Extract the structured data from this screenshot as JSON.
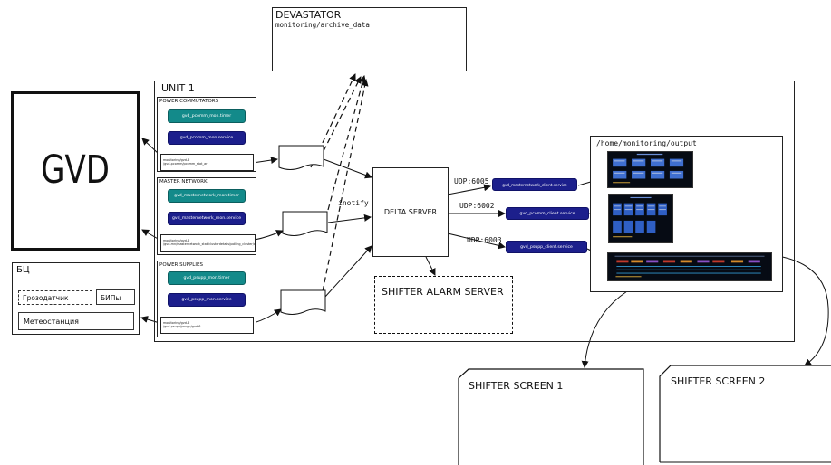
{
  "devastator": {
    "title": "DEVASTATOR",
    "path": "monitoring/archive_data"
  },
  "unit": {
    "title": "UNIT 1"
  },
  "gvd": {
    "label": "GVD"
  },
  "bc": {
    "title": "БЦ",
    "grozodatchik": "Грозодатчик",
    "bipy": "БИПы",
    "meteostation": "Метеостанция"
  },
  "power_commutators": {
    "title": "POWER COMMUTATORS",
    "timer": "gvd_pcomm_mon.timer",
    "service": "gvd_pcomm_mon.service",
    "files": [
      "monitoring/gvd-6",
      "/gvd-pcomm/pcomm_stat_ar"
    ]
  },
  "master_network": {
    "title": "MASTER NETWORK",
    "timer": "gvd_masternetwork_mon.timer",
    "service": "gvd_masternetwork_mon.service",
    "files": [
      "monitoring/gvd-6",
      "/gvd-mn/masternetwork_stat/clusterdetails/polling_cluster/archive/23"
    ]
  },
  "power_supplies": {
    "title": "POWER SUPPLIES",
    "timer": "gvd_psupp_mon.timer",
    "service": "gvd_psupp_mon.service",
    "files": [
      "monitoring/gvd-6",
      "/gvd-psupp/psupp/gvd-6"
    ]
  },
  "inotify": "inotify",
  "delta_server": "DELTA SERVER",
  "shifter_alarm_server": "SHIFTER ALARM SERVER",
  "udp": {
    "port1": "UDP:6005",
    "port2": "UDP:6002",
    "port3": "UDP:6003"
  },
  "clients": {
    "masternetwork": "gvd_masternetwork_client.service",
    "pcomm": "gvd_pcomm_client.service",
    "psupp": "gvd_psupp_client.service"
  },
  "output": {
    "path": "/home/monitoring/output"
  },
  "shifter_screens": {
    "screen1": "SHIFTER SCREEN 1",
    "screen2": "SHIFTER SCREEN 2"
  },
  "colors": {
    "teal": "#138a8a",
    "navy": "#1c1f8c",
    "screen": "#060b14"
  }
}
